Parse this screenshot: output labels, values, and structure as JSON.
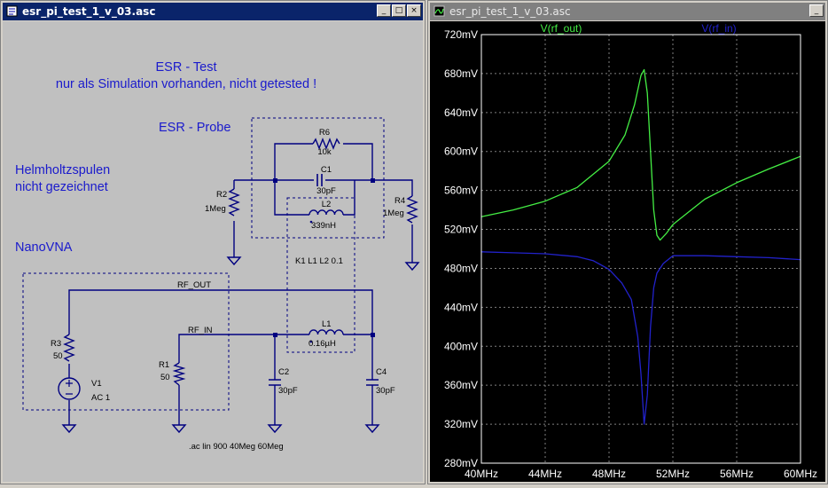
{
  "schematic": {
    "window_title": "esr_pi_test_1_v_03.asc",
    "heading1": "ESR - Test",
    "heading2": "nur als Simulation vorhanden, nicht getested !",
    "probe_label": "ESR - Probe",
    "helm1": "Helmholtzspulen",
    "helm2": "nicht gezeichnet",
    "nanovna": "NanoVNA",
    "r6_name": "R6",
    "r6_val": "10k",
    "c1_name": "C1",
    "c1_val": "30pF",
    "l2_name": "L2",
    "l2_val": "339nH",
    "r2_name": "R2",
    "r2_val": "1Meg",
    "r4_name": "R4",
    "r4_val": "1Meg",
    "coupling": "K1 L1 L2 0.1",
    "rf_out": "RF_OUT",
    "rf_in": "RF_IN",
    "r3_name": "R3",
    "r3_val": "50",
    "r1_name": "R1",
    "r1_val": "50",
    "v1_name": "V1",
    "v1_val": "AC 1",
    "l1_name": "L1",
    "l1_val": "0.16µH",
    "c2_name": "C2",
    "c2_val": "30pF",
    "c4_name": "C4",
    "c4_val": "30pF",
    "directive": ".ac lin 900 40Meg 60Meg"
  },
  "plot": {
    "window_title": "esr_pi_test_1_v_03.asc",
    "colors": {
      "rf_out": "#44ee44",
      "rf_in": "#2222cc",
      "grid": "#7f7f7f",
      "axis_text": "#ffffff"
    }
  },
  "chart_data": {
    "type": "line",
    "xlabel": "",
    "ylabel": "",
    "xlim": [
      40,
      60
    ],
    "ylim": [
      280,
      720
    ],
    "x_unit": "MHz",
    "y_unit": "mV",
    "x_ticks": [
      "40MHz",
      "44MHz",
      "48MHz",
      "52MHz",
      "56MHz",
      "60MHz"
    ],
    "y_ticks": [
      "720mV",
      "680mV",
      "640mV",
      "600mV",
      "560mV",
      "520mV",
      "480mV",
      "440mV",
      "400mV",
      "360mV",
      "320mV",
      "280mV"
    ],
    "grid": true,
    "series": [
      {
        "name": "V(rf_out)",
        "x": [
          40,
          42,
          44,
          46,
          48,
          49,
          49.6,
          50,
          50.2,
          50.4,
          50.6,
          50.8,
          51,
          51.2,
          51.6,
          52,
          53,
          54,
          56,
          58,
          60
        ],
        "y": [
          533,
          540,
          549,
          563,
          590,
          617,
          648,
          678,
          684,
          660,
          600,
          540,
          514,
          509,
          516,
          525,
          538,
          551,
          568,
          582,
          595
        ]
      },
      {
        "name": "V(rf_in)",
        "x": [
          40,
          42,
          44,
          46,
          47,
          48,
          48.8,
          49.4,
          49.8,
          50,
          50.2,
          50.4,
          50.6,
          50.8,
          51,
          51.4,
          52,
          54,
          56,
          58,
          60
        ],
        "y": [
          497,
          496,
          495,
          492,
          488,
          479,
          465,
          448,
          410,
          372,
          320,
          350,
          420,
          460,
          475,
          485,
          493,
          493,
          492,
          491,
          489
        ]
      }
    ]
  }
}
